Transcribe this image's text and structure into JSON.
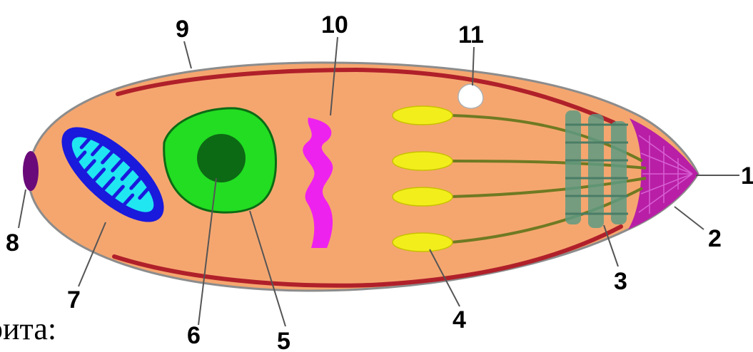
{
  "labels": {
    "l1": "1",
    "l2": "2",
    "l3": "3",
    "l4": "4",
    "l5": "5",
    "l6": "6",
    "l7": "7",
    "l8": "8",
    "l9": "9",
    "l10": "10",
    "l11": "11"
  },
  "caption": "рита:",
  "colors": {
    "cytoplasm": "#f5a66f",
    "membrane": "#b0202a",
    "outline": "#8c8c8c",
    "nucleus": "#22dd22",
    "nucleolus": "#0c6a14",
    "mitochondrion_outer": "#1a1adc",
    "mitochondrion_cristae": "#20e6f2",
    "golgi": "#ee22ee",
    "granules": "#f2ee1c",
    "filaments": "#7a8a2e",
    "myonemes": "#5f9a82",
    "apical_complex": "#b81fa6",
    "micropore": "#6a0a7a",
    "vacuole": "#ffffff"
  }
}
